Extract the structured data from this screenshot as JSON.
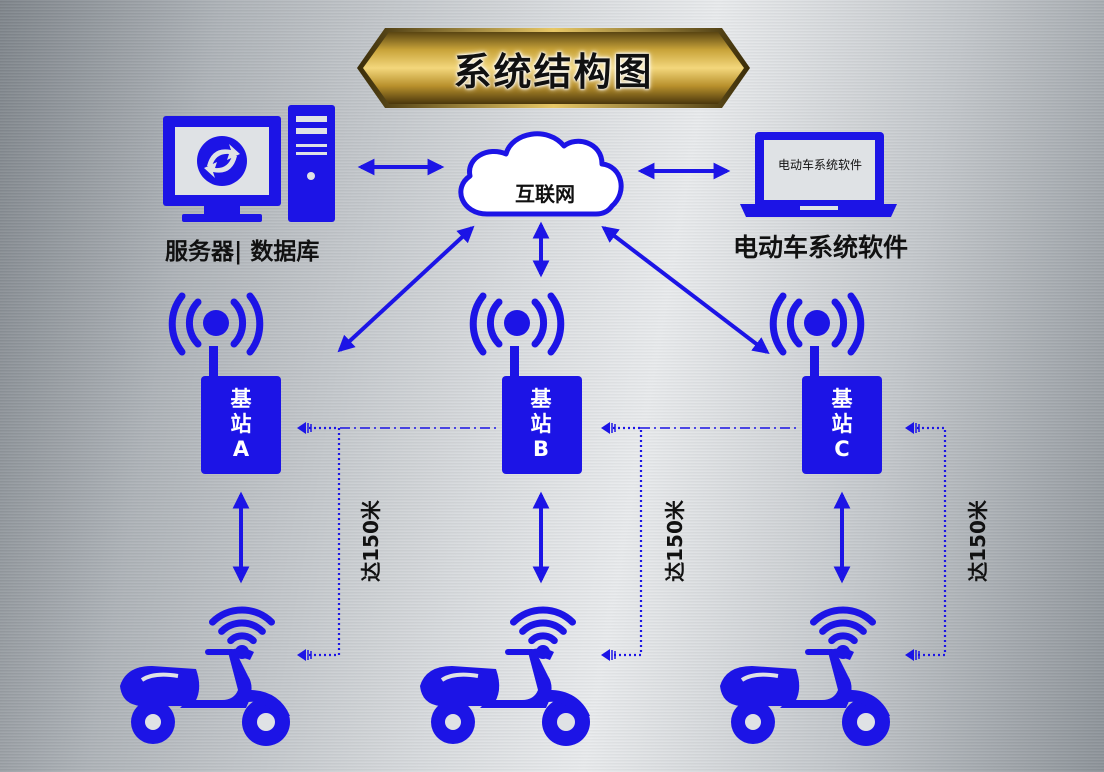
{
  "title": "系统结构图",
  "nodes": {
    "server_label": "服务器| 数据库",
    "cloud_label": "互联网",
    "laptop_screen_label": "电动车系统软件",
    "laptop_label": "电动车系统软件"
  },
  "stations": [
    {
      "line1": "基",
      "line2": "站",
      "line3": "A"
    },
    {
      "line1": "基",
      "line2": "站",
      "line3": "B"
    },
    {
      "line1": "基",
      "line2": "站",
      "line3": "C"
    }
  ],
  "distance_label": "达150米",
  "colors": {
    "accent_blue": "#1c14e6",
    "banner_gold": "#c9a43a",
    "banner_dark": "#2a2210"
  },
  "icons": [
    "server-computer-icon",
    "cloud-icon",
    "laptop-icon",
    "antenna-icon",
    "wifi-signal-icon",
    "scooter-icon"
  ]
}
